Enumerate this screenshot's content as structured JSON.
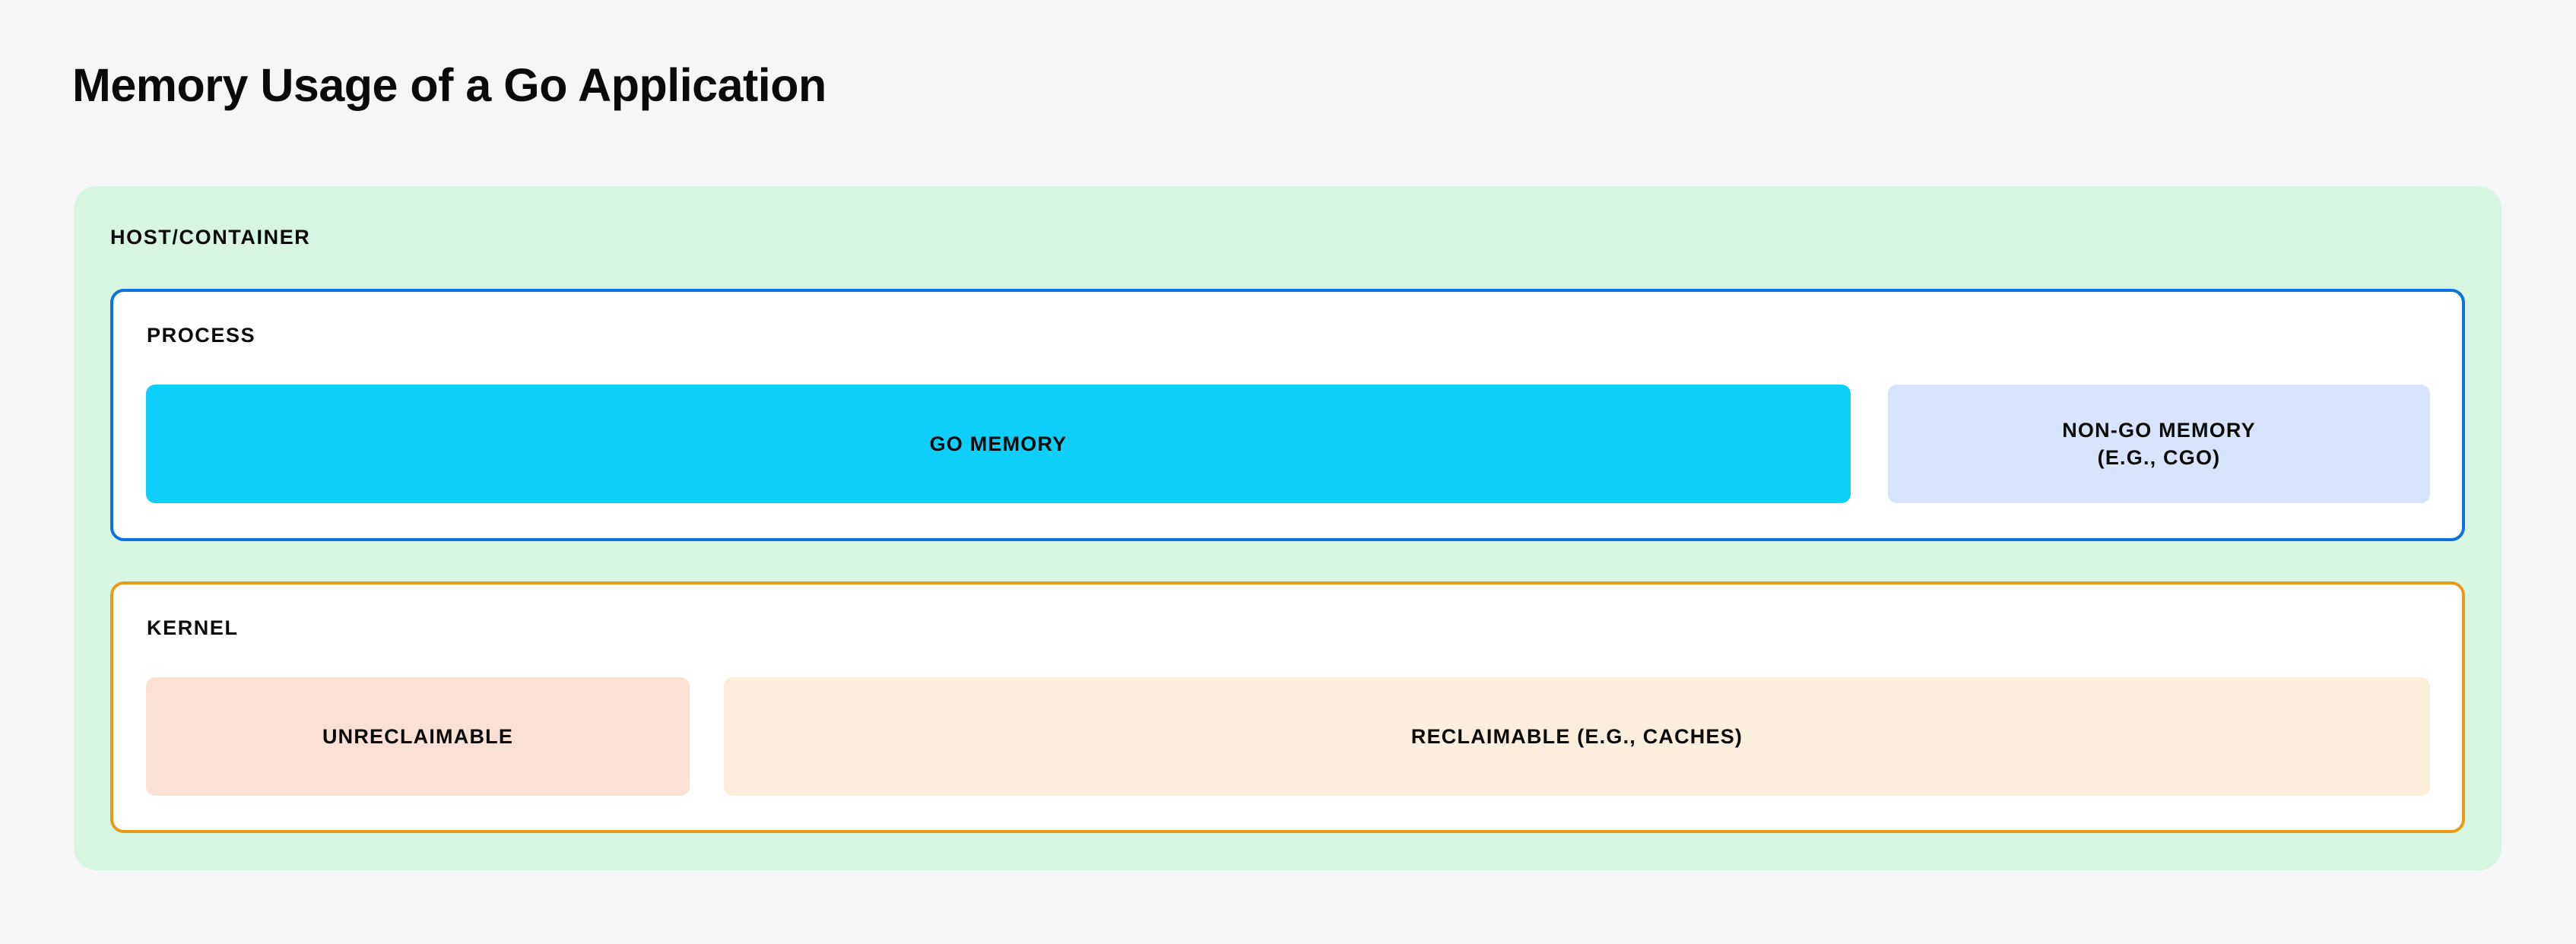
{
  "page": {
    "title": "Memory Usage of a Go Application",
    "background_color": "#f6f6f6"
  },
  "diagram": {
    "type": "nested-block-diagram",
    "host": {
      "label": "HOST/CONTAINER",
      "fill_color": "#d7f6e2"
    },
    "process": {
      "label": "PROCESS",
      "border_color": "#0d72e0",
      "fill_color": "#ffffff",
      "blocks": [
        {
          "name": "go-memory",
          "label": "GO MEMORY",
          "fill_color": "#0ecefa",
          "relative_width_pct": 82
        },
        {
          "name": "non-go-memory",
          "label_line1": "NON-GO MEMORY",
          "label_line2": "(E.G., CGO)",
          "fill_color": "#d7e4fb",
          "relative_width_pct": 18
        }
      ]
    },
    "kernel": {
      "label": "KERNEL",
      "border_color": "#e89b18",
      "fill_color": "#ffffff",
      "blocks": [
        {
          "name": "unreclaimable",
          "label": "UNRECLAIMABLE",
          "fill_color": "#fbe0d6",
          "relative_width_pct": 24
        },
        {
          "name": "reclaimable",
          "label": "RECLAIMABLE (E.G., CACHES)",
          "fill_color": "#fbeedc",
          "relative_width_pct": 76
        }
      ]
    }
  }
}
